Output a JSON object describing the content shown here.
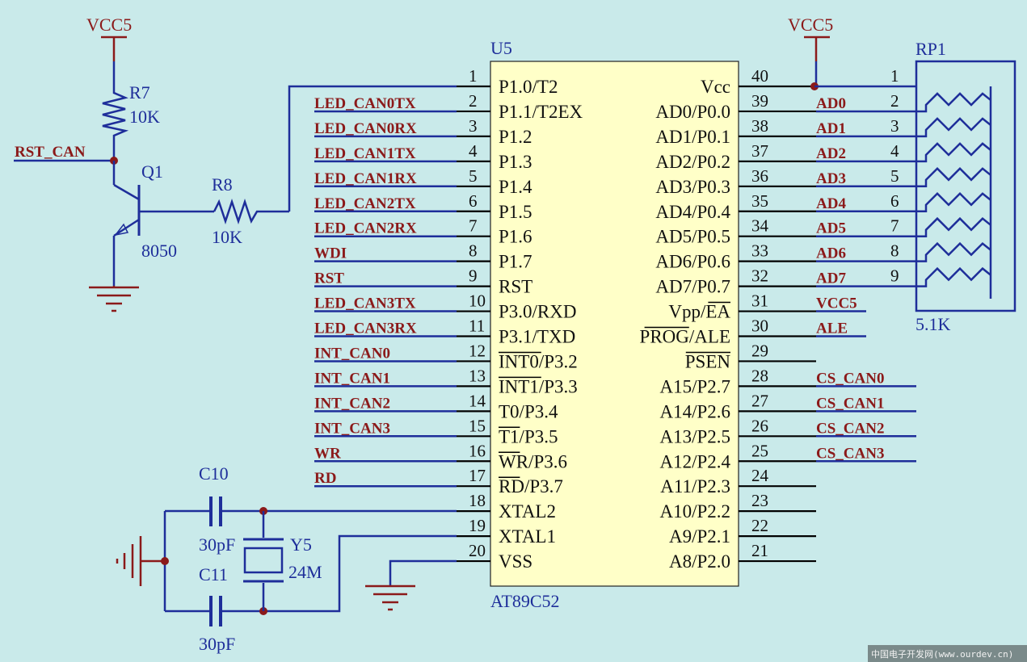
{
  "colors": {
    "background": "#c9eaea",
    "wire": "#1e2e9a",
    "chip_fill": "#ffffc8",
    "net_label": "#8b1a1a",
    "pin": "#000000"
  },
  "power": {
    "vcc_left": "VCC5",
    "vcc_right": "VCC5"
  },
  "u5": {
    "ref": "U5",
    "part": "AT89C52",
    "left_pins": [
      {
        "num": "1",
        "name": "P1.0/T2",
        "net": ""
      },
      {
        "num": "2",
        "name": "P1.1/T2EX",
        "net": "LED_CAN0TX"
      },
      {
        "num": "3",
        "name": "P1.2",
        "net": "LED_CAN0RX"
      },
      {
        "num": "4",
        "name": "P1.3",
        "net": "LED_CAN1TX"
      },
      {
        "num": "5",
        "name": "P1.4",
        "net": "LED_CAN1RX"
      },
      {
        "num": "6",
        "name": "P1.5",
        "net": "LED_CAN2TX"
      },
      {
        "num": "7",
        "name": "P1.6",
        "net": "LED_CAN2RX"
      },
      {
        "num": "8",
        "name": "P1.7",
        "net": "WDI"
      },
      {
        "num": "9",
        "name": "RST",
        "net": "RST"
      },
      {
        "num": "10",
        "name": "P3.0/RXD",
        "net": "LED_CAN3TX"
      },
      {
        "num": "11",
        "name": "P3.1/TXD",
        "net": "LED_CAN3RX"
      },
      {
        "num": "12",
        "name": "INT0/P3.2",
        "net": "INT_CAN0",
        "bar": "INT0"
      },
      {
        "num": "13",
        "name": "INT1/P3.3",
        "net": "INT_CAN1",
        "bar": "INT1"
      },
      {
        "num": "14",
        "name": "T0/P3.4",
        "net": "INT_CAN2"
      },
      {
        "num": "15",
        "name": "T1/P3.5",
        "net": "INT_CAN3",
        "bar": "T1"
      },
      {
        "num": "16",
        "name": "WR/P3.6",
        "net": "WR",
        "bar": "WR"
      },
      {
        "num": "17",
        "name": "RD/P3.7",
        "net": "RD",
        "bar": "RD"
      },
      {
        "num": "18",
        "name": "XTAL2",
        "net": ""
      },
      {
        "num": "19",
        "name": "XTAL1",
        "net": ""
      },
      {
        "num": "20",
        "name": "VSS",
        "net": ""
      }
    ],
    "right_pins": [
      {
        "num": "40",
        "name": "Vcc",
        "net": ""
      },
      {
        "num": "39",
        "name": "AD0/P0.0",
        "net": "AD0"
      },
      {
        "num": "38",
        "name": "AD1/P0.1",
        "net": "AD1"
      },
      {
        "num": "37",
        "name": "AD2/P0.2",
        "net": "AD2"
      },
      {
        "num": "36",
        "name": "AD3/P0.3",
        "net": "AD3"
      },
      {
        "num": "35",
        "name": "AD4/P0.4",
        "net": "AD4"
      },
      {
        "num": "34",
        "name": "AD5/P0.5",
        "net": "AD5"
      },
      {
        "num": "33",
        "name": "AD6/P0.6",
        "net": "AD6"
      },
      {
        "num": "32",
        "name": "AD7/P0.7",
        "net": "AD7"
      },
      {
        "num": "31",
        "name": "Vpp/EA",
        "net": "VCC5",
        "bar": "EA"
      },
      {
        "num": "30",
        "name": "PROG/ALE",
        "net": "ALE",
        "bar": "PROG"
      },
      {
        "num": "29",
        "name": "PSEN",
        "net": "",
        "bar": "PSEN"
      },
      {
        "num": "28",
        "name": "A15/P2.7",
        "net": "CS_CAN0"
      },
      {
        "num": "27",
        "name": "A14/P2.6",
        "net": "CS_CAN1"
      },
      {
        "num": "26",
        "name": "A13/P2.5",
        "net": "CS_CAN2"
      },
      {
        "num": "25",
        "name": "A12/P2.4",
        "net": "CS_CAN3"
      },
      {
        "num": "24",
        "name": "A11/P2.3",
        "net": ""
      },
      {
        "num": "23",
        "name": "A10/P2.2",
        "net": ""
      },
      {
        "num": "22",
        "name": "A9/P2.1",
        "net": ""
      },
      {
        "num": "21",
        "name": "A8/P2.0",
        "net": ""
      }
    ]
  },
  "rp1": {
    "ref": "RP1",
    "value": "5.1K",
    "pins": [
      "1",
      "2",
      "3",
      "4",
      "5",
      "6",
      "7",
      "8",
      "9"
    ]
  },
  "r7": {
    "ref": "R7",
    "value": "10K"
  },
  "r8": {
    "ref": "R8",
    "value": "10K"
  },
  "q1": {
    "ref": "Q1",
    "value": "8050"
  },
  "rst_net": "RST_CAN",
  "c10": {
    "ref": "C10",
    "value": "30pF"
  },
  "c11": {
    "ref": "C11",
    "value": "30pF"
  },
  "y5": {
    "ref": "Y5",
    "value": "24M"
  },
  "watermark": "中国电子开发网(www.ourdev.cn)"
}
